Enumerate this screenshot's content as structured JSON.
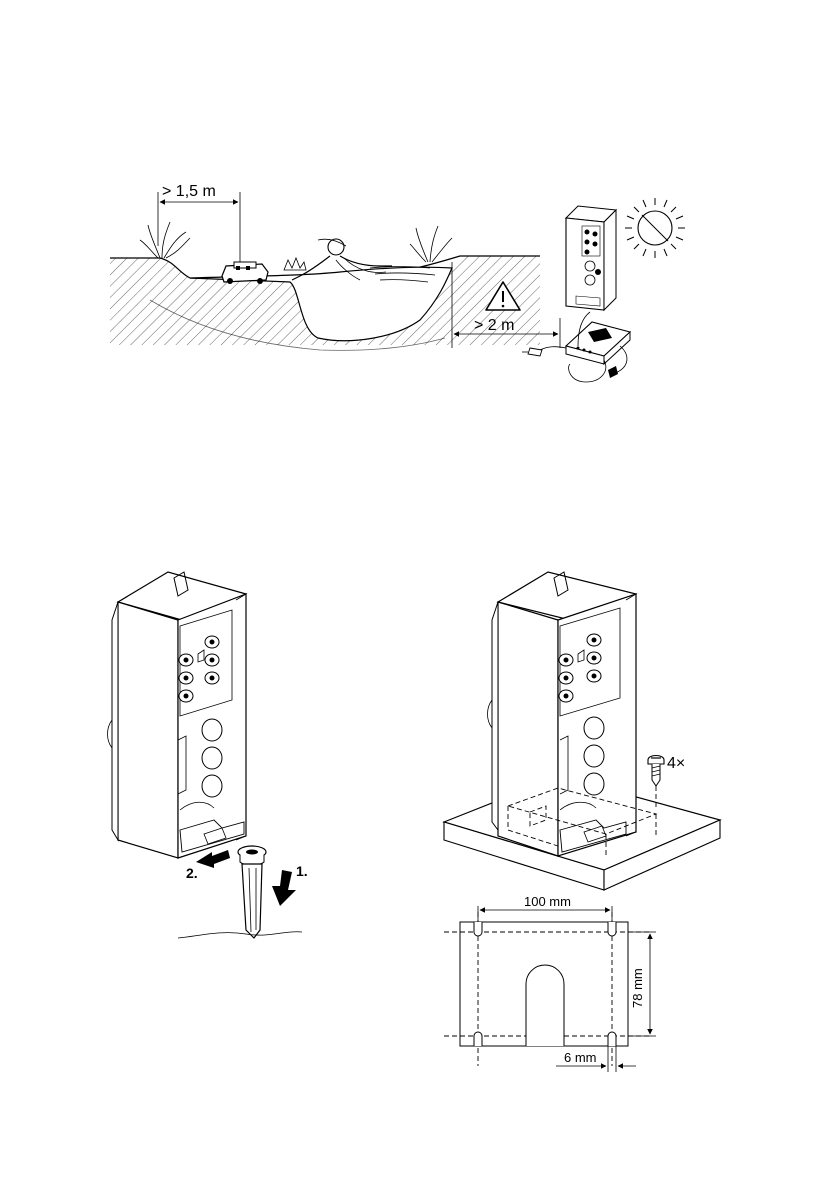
{
  "scene_top": {
    "dist_mower_label": "> 1,5 m",
    "dist_power_label": "> 2 m",
    "icons": [
      "warning-icon",
      "sun-icon"
    ]
  },
  "scene_bottom_left": {
    "step1_label": "1.",
    "step2_label": "2."
  },
  "scene_bottom_right": {
    "screws_label": "4×",
    "width_label": "100 mm",
    "height_label": "78 mm",
    "hole_label": "6 mm"
  }
}
